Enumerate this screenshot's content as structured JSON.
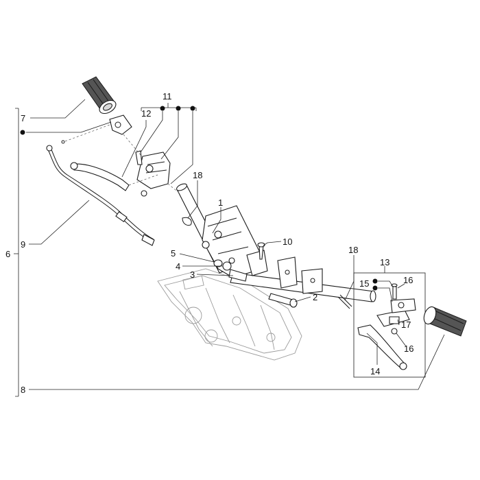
{
  "callouts": [
    "1",
    "2",
    "3",
    "4",
    "5",
    "6",
    "7",
    "8",
    "9",
    "10",
    "11",
    "12",
    "13",
    "14",
    "15",
    "16",
    "16",
    "17",
    "18",
    "18"
  ]
}
